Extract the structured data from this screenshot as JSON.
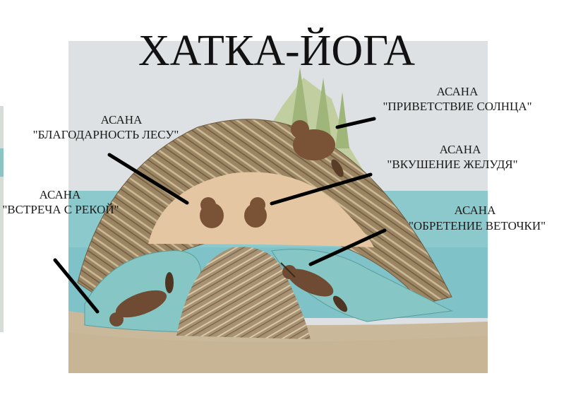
{
  "title": "ХАТКА-ЙОГА",
  "labels": [
    {
      "heading": "АСАНА",
      "name": "\"БЛАГОДАРНОСТЬ ЛЕСУ\""
    },
    {
      "heading": "АСАНА",
      "name": "\"ВСТРЕЧА С РЕКОЙ\""
    },
    {
      "heading": "АСАНА",
      "name": "\"ПРИВЕТСТВИЕ СОЛНЦА\""
    },
    {
      "heading": "АСАНА",
      "name": "\"ВКУШЕНИЕ ЖЕЛУДЯ\""
    },
    {
      "heading": "АСАНА",
      "name": "\"ОБРЕТЕНИЕ ВЕТОЧКИ\""
    }
  ],
  "colors": {
    "sky": "#dfe3e6",
    "water": "#7fc3c8",
    "sticks": "#a08a68",
    "chamber": "#e2c3a0",
    "beaver": "#7a5236"
  }
}
